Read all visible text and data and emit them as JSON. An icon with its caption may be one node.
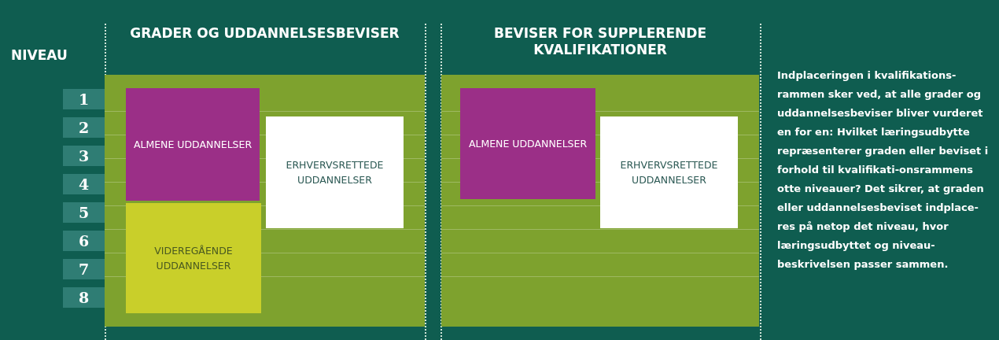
{
  "diagram": {
    "nodes": [
      {
        "text": [
          "GRADER OG UDDANNELSESBEVISER"
        ]
      },
      {
        "text": [
          "ALMENE UDDANNELSER"
        ],
        "in": 0
      },
      {
        "text": [
          "ERHVERVSRETTEDE UDDANNELSER"
        ],
        "in": 0
      },
      {
        "text": [
          "VIDEREGÅENDE UDDANNELSER"
        ],
        "in": 0
      },
      {
        "text": [
          "BEVISER FOR SUPPLERENDE KVALIFIKATIONER"
        ]
      },
      {
        "text": [
          "ALMENE UDDANNELSER"
        ],
        "in": 4
      },
      {
        "text": [
          "ERHVERVSRETTEDE UDDANNELSER"
        ],
        "in": 4
      },
      {
        "text": [
          "1"
        ]
      },
      {
        "text": [
          "2"
        ]
      },
      {
        "text": [
          "3"
        ]
      },
      {
        "text": [
          "4"
        ]
      },
      {
        "text": [
          "5"
        ]
      },
      {
        "text": [
          "6"
        ]
      },
      {
        "text": [
          "7"
        ]
      },
      {
        "text": [
          "8"
        ]
      }
    ],
    "labels": [
      "NIVEAU",
      "Indplaceringen i kvalifikations-rammen sker ved, at alle grader og uddannelsesbeviser bliver vurderet en for en: Hvilket læringsudbytte repræsenterer graden eller beviset i forhold til kvalifikati-onsrammens otte niveauer? Det sikrer, at graden eller uddannelsesbeviset indplace-res på netop det niveau, hvor læringsudbyttet og niveau-beskrivelsen passer sammen."
    ]
  }
}
